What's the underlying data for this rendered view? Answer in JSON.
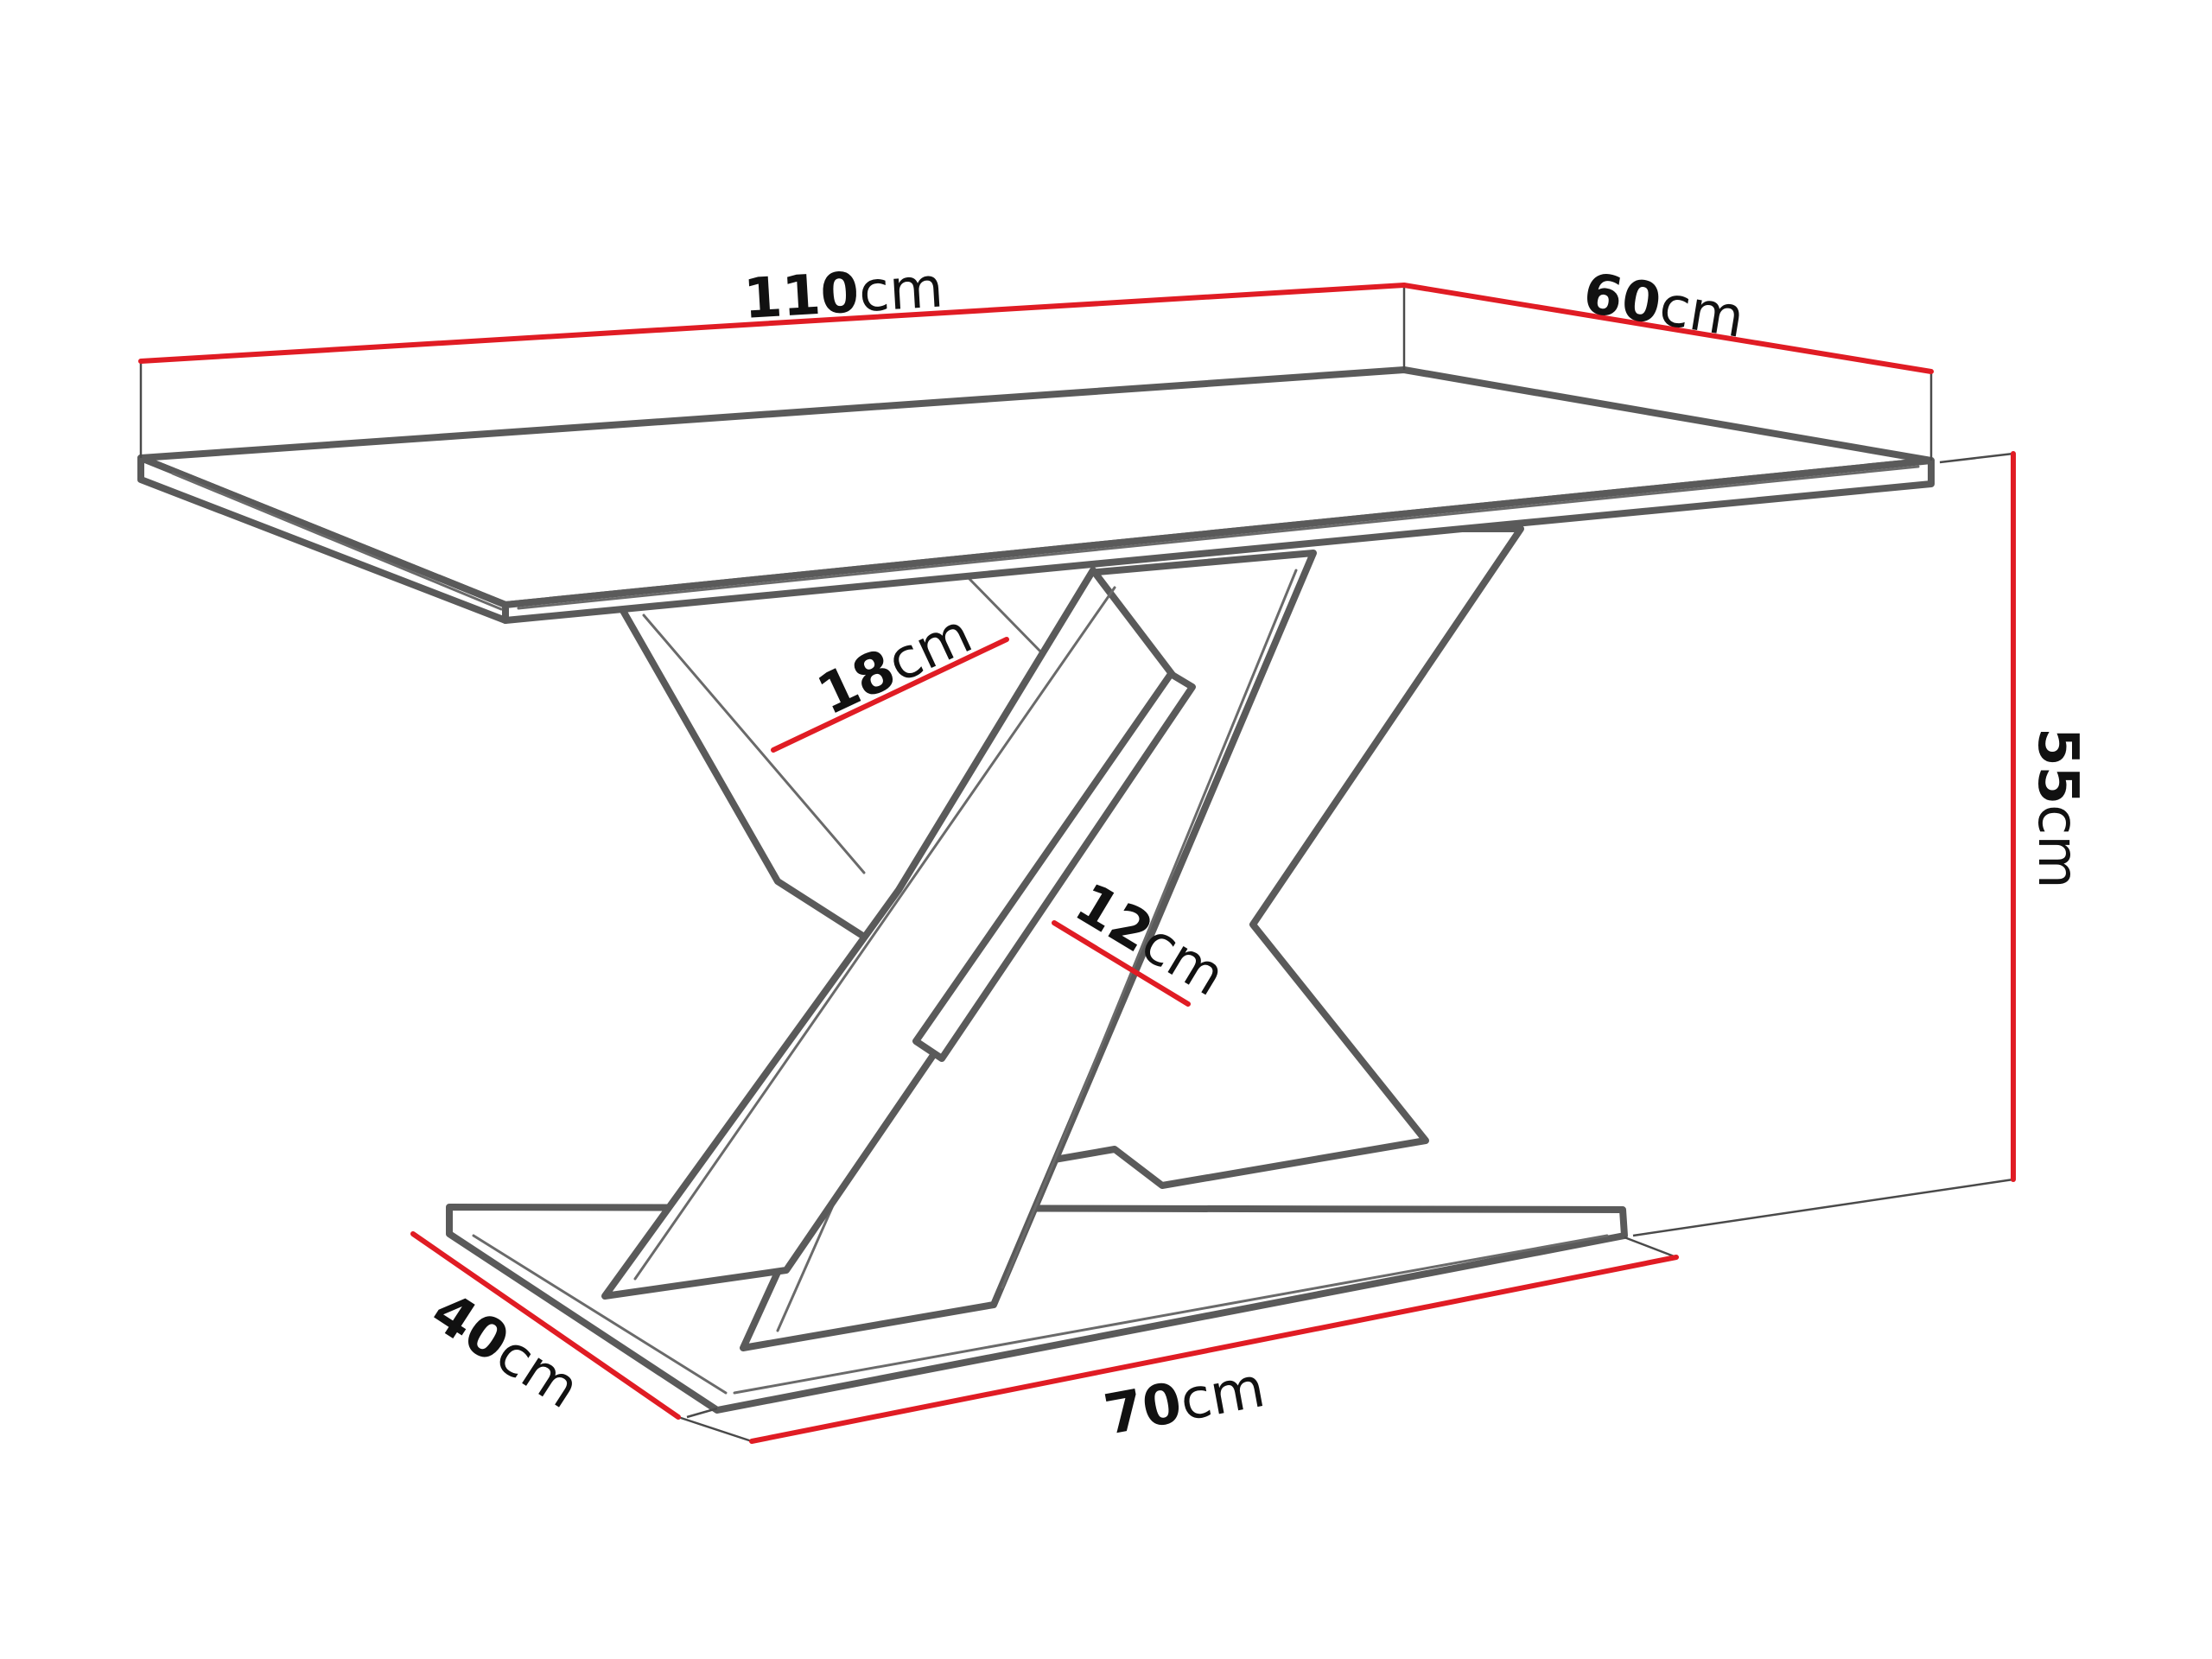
{
  "colors": {
    "dimension_line": "#e01c24",
    "outline": "#5a5a5a",
    "text": "#111111"
  },
  "dimensions": {
    "length": {
      "value": "110",
      "unit": "cm"
    },
    "width": {
      "value": "60",
      "unit": "cm"
    },
    "height": {
      "value": "55",
      "unit": "cm"
    },
    "leg_width": {
      "value": "18",
      "unit": "cm"
    },
    "leg_depth": {
      "value": "12",
      "unit": "cm"
    },
    "base_length": {
      "value": "70",
      "unit": "cm"
    },
    "base_width": {
      "value": "40",
      "unit": "cm"
    }
  }
}
